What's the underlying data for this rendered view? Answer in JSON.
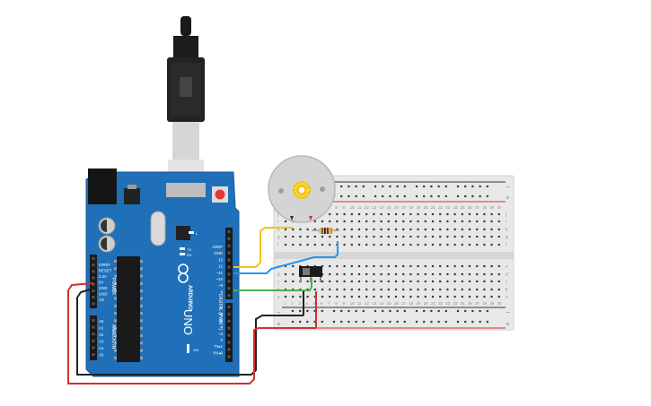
{
  "board": {
    "brand": "ARDUINO",
    "model": "UNO",
    "digital_header": "DIGITAL (PWM ~)",
    "power_header": "POWER",
    "analog_header": "ANALOG IN",
    "tx_label": "TX",
    "rx_label": "RX",
    "l_label": "L",
    "on_label": "ON",
    "tx_pin_label": "TX▸1",
    "rx_pin_label": "RX◂0",
    "digital_pins": [
      "AREF",
      "GND",
      "13",
      "12",
      "~11",
      "~10",
      "~9",
      "8",
      "7",
      "~6",
      "~5",
      "4",
      "~3",
      "2",
      "TX▸1",
      "RX◂0"
    ],
    "power_pins": [
      "IOREF",
      "RESET",
      "3.3V",
      "5V",
      "GND",
      "GND",
      "Vin"
    ],
    "analog_pins": [
      "A0",
      "A1",
      "A2",
      "A3",
      "A4",
      "A5"
    ]
  },
  "breadboard": {
    "columns": [
      "1",
      "2",
      "3",
      "4",
      "5",
      "6",
      "7",
      "8",
      "9",
      "10",
      "11",
      "12",
      "13",
      "14",
      "15",
      "16",
      "17",
      "18",
      "19",
      "20",
      "21",
      "22",
      "23",
      "24",
      "25",
      "26",
      "27",
      "28",
      "29",
      "30"
    ],
    "top_rows": [
      "j",
      "i",
      "h",
      "g",
      "f"
    ],
    "bottom_rows": [
      "e",
      "d",
      "c",
      "b",
      "a"
    ],
    "rail_minus": "−",
    "rail_plus": "+"
  },
  "colors": {
    "board_blue": "#1f70b8",
    "wire_yellow": "#f2c511",
    "wire_blue": "#2196f3",
    "wire_green": "#4caf50",
    "wire_black": "#222222",
    "wire_red": "#d32f2f"
  }
}
